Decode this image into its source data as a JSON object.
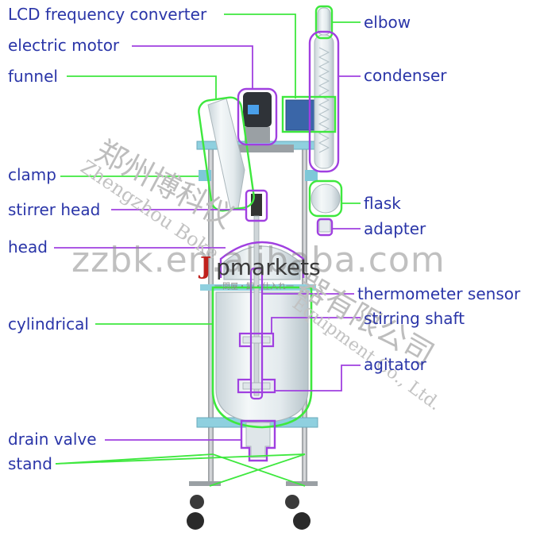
{
  "diagram": {
    "labels": {
      "lcd_frequency_converter": "LCD frequency converter",
      "electric_motor": "electric motor",
      "funnel": "funnel",
      "clamp": "clamp",
      "stirrer_head": "stirrer head",
      "head": "head",
      "cylindrical": "cylindrical",
      "drain_valve": "drain valve",
      "stand": "stand",
      "elbow": "elbow",
      "condenser": "condenser",
      "flask": "flask",
      "adapter": "adapter",
      "thermometer_sensor": "thermometer sensor",
      "stirring_shaft": "stirring shaft",
      "agitator": "agitator"
    },
    "watermark": {
      "site": "zzbk.en.alibaba.com",
      "market_brand_j": "J",
      "market_brand_rest": "pmarkets",
      "market_tagline": "一問屋・卸・仕入れ一",
      "company_cn_left": "郑州博科仪",
      "company_cn_right": "器有限公司",
      "company_en_left": "Zhengzhou Boke",
      "company_en_right": "Equipment Co., Ltd."
    }
  },
  "colors": {
    "label_text": "#2a35a8",
    "leader_green": "#3ee83e",
    "leader_purple": "#a040e0",
    "frame_blue": "#7ec8d8",
    "steel": "#b0b4b8",
    "glass": "#dfe8ec",
    "watermark": "#b9b9b9",
    "brand_red": "#c0201c"
  }
}
